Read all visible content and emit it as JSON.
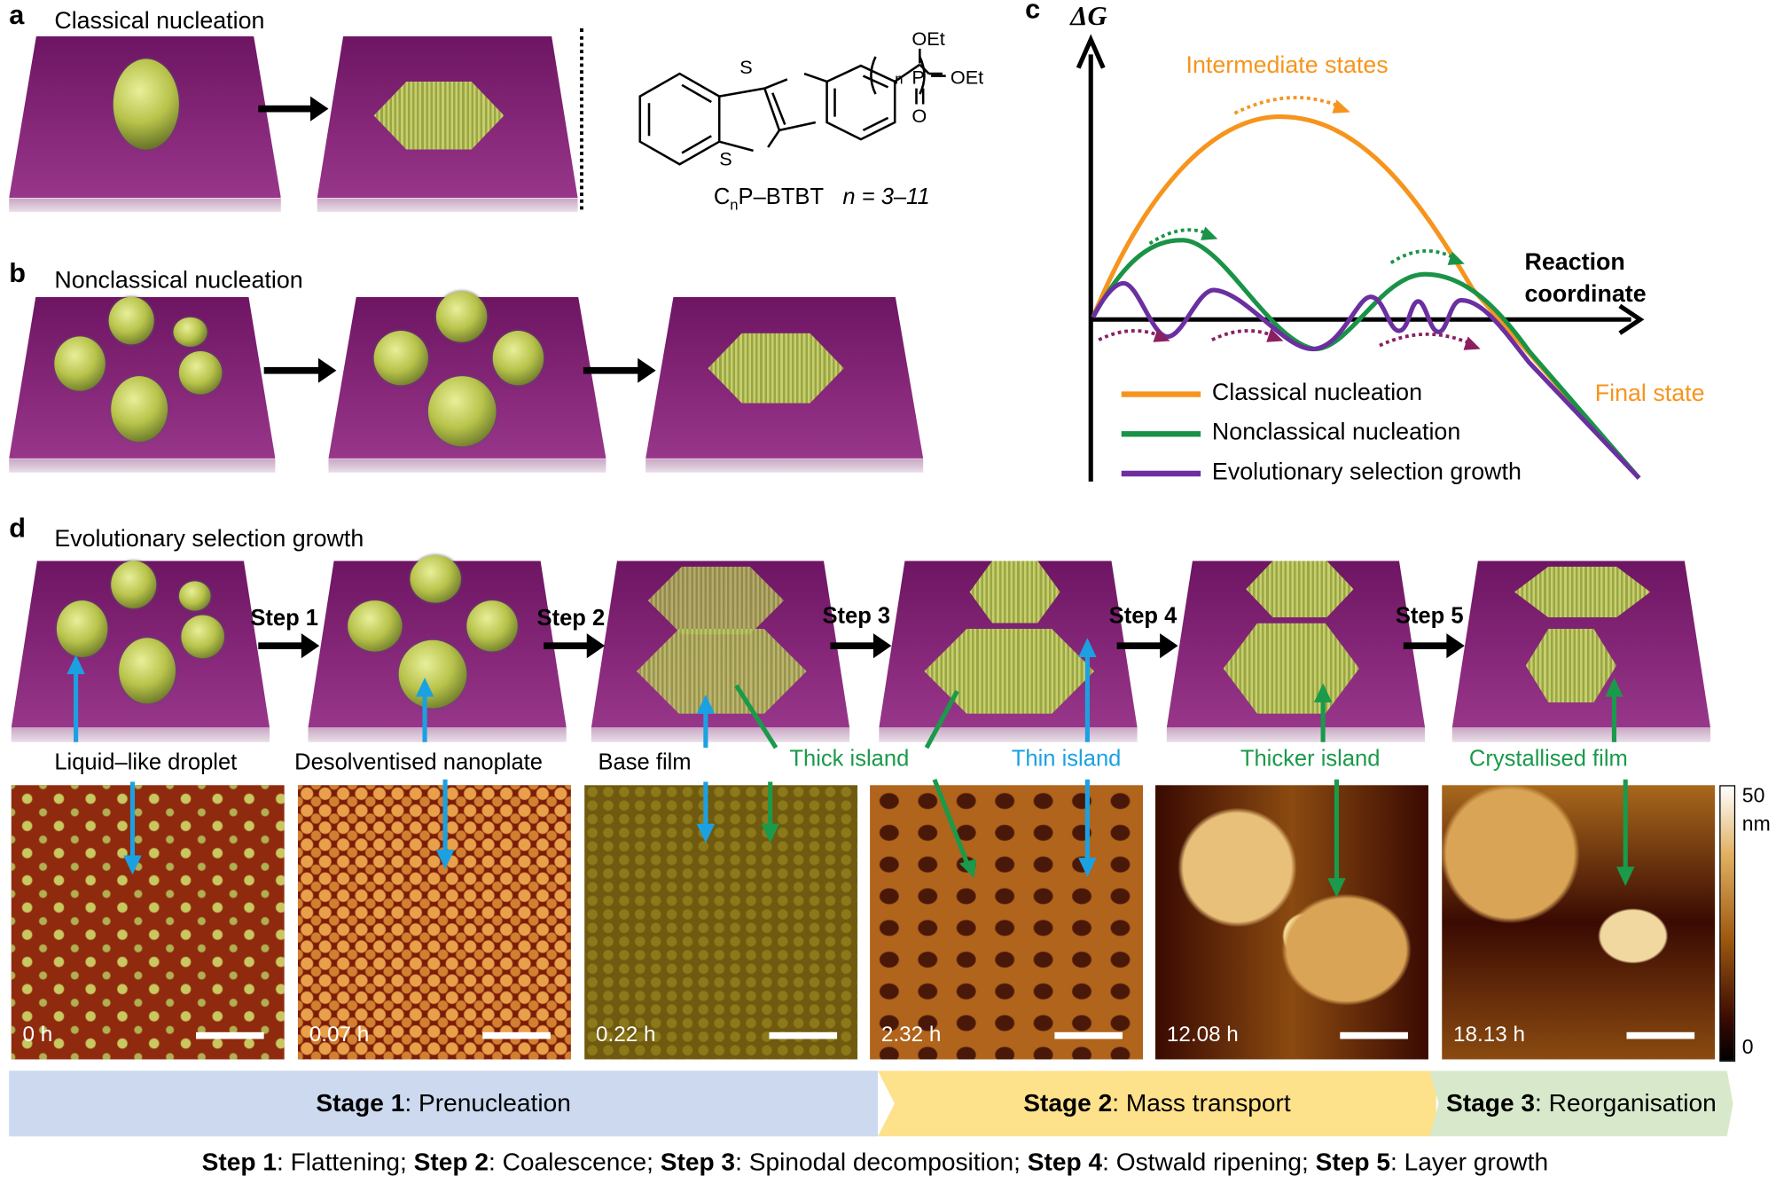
{
  "panel_a": {
    "label": "a",
    "title": "Classical nucleation"
  },
  "molecule": {
    "atoms": {
      "s_top": "S",
      "s_bottom": "S",
      "oet1": "OEt",
      "oet2": "OEt",
      "p": "P",
      "o": "O",
      "n": "n"
    },
    "caption_main": "C",
    "caption_sub": "n",
    "caption_rest": "P–BTBT",
    "caption_n": "n = 3–11"
  },
  "panel_b": {
    "label": "b",
    "title": "Nonclassical nucleation"
  },
  "panel_c": {
    "label": "c",
    "y_axis": "ΔG",
    "x_axis_line1": "Reaction",
    "x_axis_line2": "coordinate",
    "intermediate": "Intermediate states",
    "final": "Final state",
    "legend": [
      {
        "label": "Classical nucleation",
        "color": "#f7941d"
      },
      {
        "label": "Nonclassical nucleation",
        "color": "#1a9347"
      },
      {
        "label": "Evolutionary selection growth",
        "color": "#6b2fa0"
      }
    ]
  },
  "panel_d": {
    "label": "d",
    "title": "Evolutionary selection growth",
    "steps": [
      "Step 1",
      "Step 2",
      "Step 3",
      "Step 4",
      "Step 5"
    ],
    "annotations": [
      "Liquid–like droplet",
      "Desolventised nanoplate",
      "Base film",
      "Thick island",
      "Thin island",
      "Thicker island",
      "Crystallised film"
    ],
    "times": [
      "0 h",
      "0.07 h",
      "0.22 h",
      "2.32 h",
      "12.08 h",
      "18.13 h"
    ],
    "colorbar": {
      "max": "50",
      "unit": "nm",
      "min": "0"
    }
  },
  "stages": [
    {
      "bold": "Stage 1",
      "rest": ": Prenucleation",
      "color": "#ccd9ef"
    },
    {
      "bold": "Stage 2",
      "rest": ": Mass transport",
      "color": "#fde18b"
    },
    {
      "bold": "Stage 3",
      "rest": ": Reorganisation",
      "color": "#d8e9cb"
    }
  ],
  "footer": [
    {
      "bold": "Step 1",
      "rest": ": Flattening; "
    },
    {
      "bold": "Step 2",
      "rest": ": Coalescence; "
    },
    {
      "bold": "Step 3",
      "rest": ": Spinodal decomposition; "
    },
    {
      "bold": "Step 4",
      "rest": ": Ostwald ripening; "
    },
    {
      "bold": "Step 5",
      "rest": ": Layer growth"
    }
  ]
}
